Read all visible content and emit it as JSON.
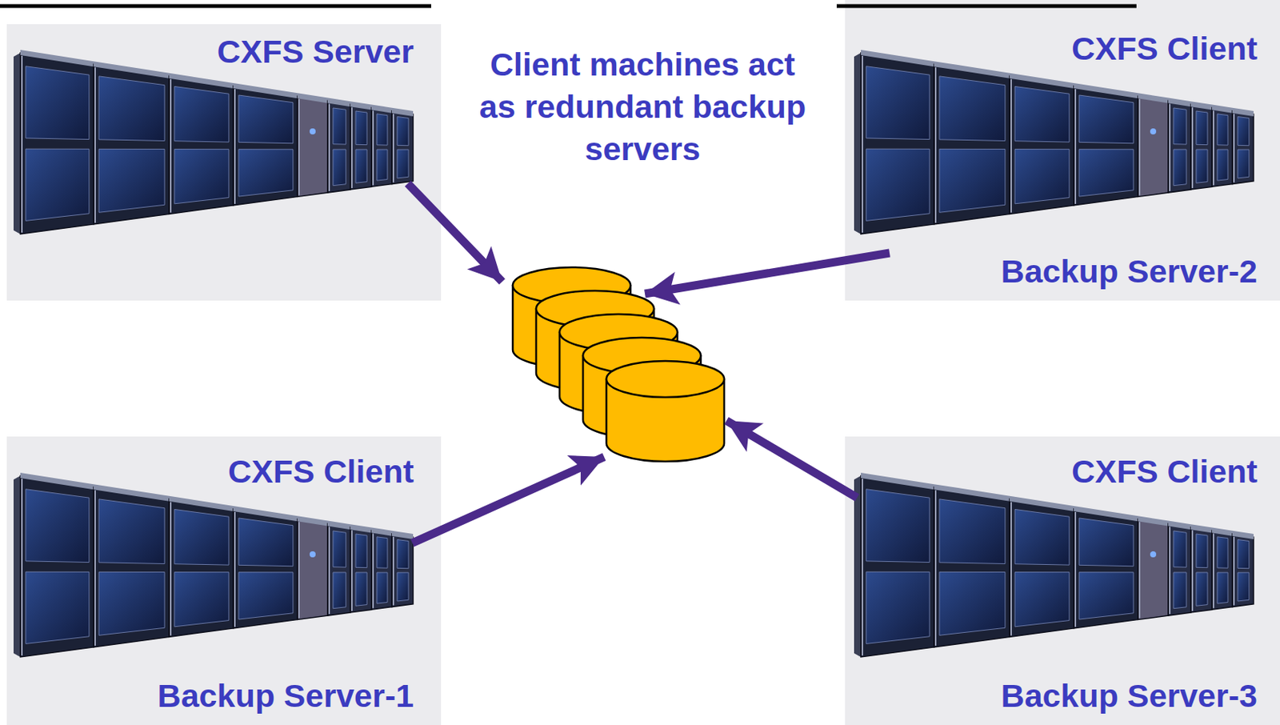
{
  "diagram": {
    "nodes": [
      {
        "text": [
          "CXFS Server"
        ]
      },
      {
        "text": [
          "CXFS Client",
          "Backup Server-2"
        ]
      },
      {
        "text": [
          "CXFS Client",
          "Backup Server-1"
        ]
      },
      {
        "text": [
          "CXFS Client",
          "Backup Server-3"
        ]
      }
    ],
    "labels": [
      "Client machines act as redundant backup servers"
    ]
  }
}
